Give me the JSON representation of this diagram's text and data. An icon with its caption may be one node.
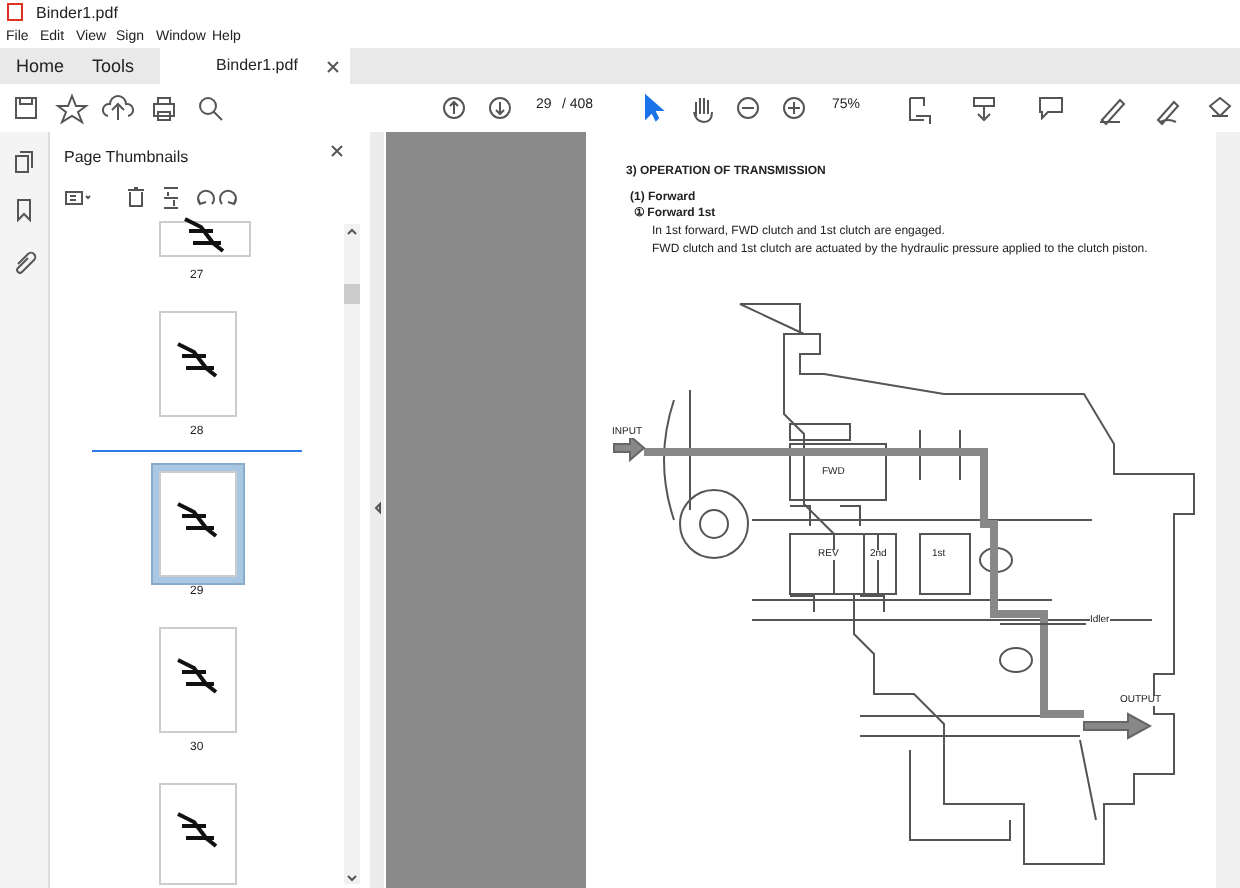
{
  "diagram": {
    "labels": [
      "Binder1.pdf",
      "File",
      "Edit",
      "View",
      "Sign",
      "Window",
      "Help",
      "Home",
      "Tools",
      "Binder1.pdf",
      "29",
      "/ 408",
      "75%",
      "Page Thumbnails",
      "27",
      "28",
      "29",
      "30",
      "3) OPERATION OF TRANSMISSION",
      "(1) Forward",
      "① Forward 1st",
      "In 1st forward, FWD clutch and 1st clutch are engaged.",
      "FWD clutch and 1st clutch are actuated by the hydraulic pressure applied to the clutch piston.",
      "INPUT",
      "FWD",
      "REV",
      "2nd",
      "1st",
      "Idler",
      "OUTPUT"
    ]
  }
}
